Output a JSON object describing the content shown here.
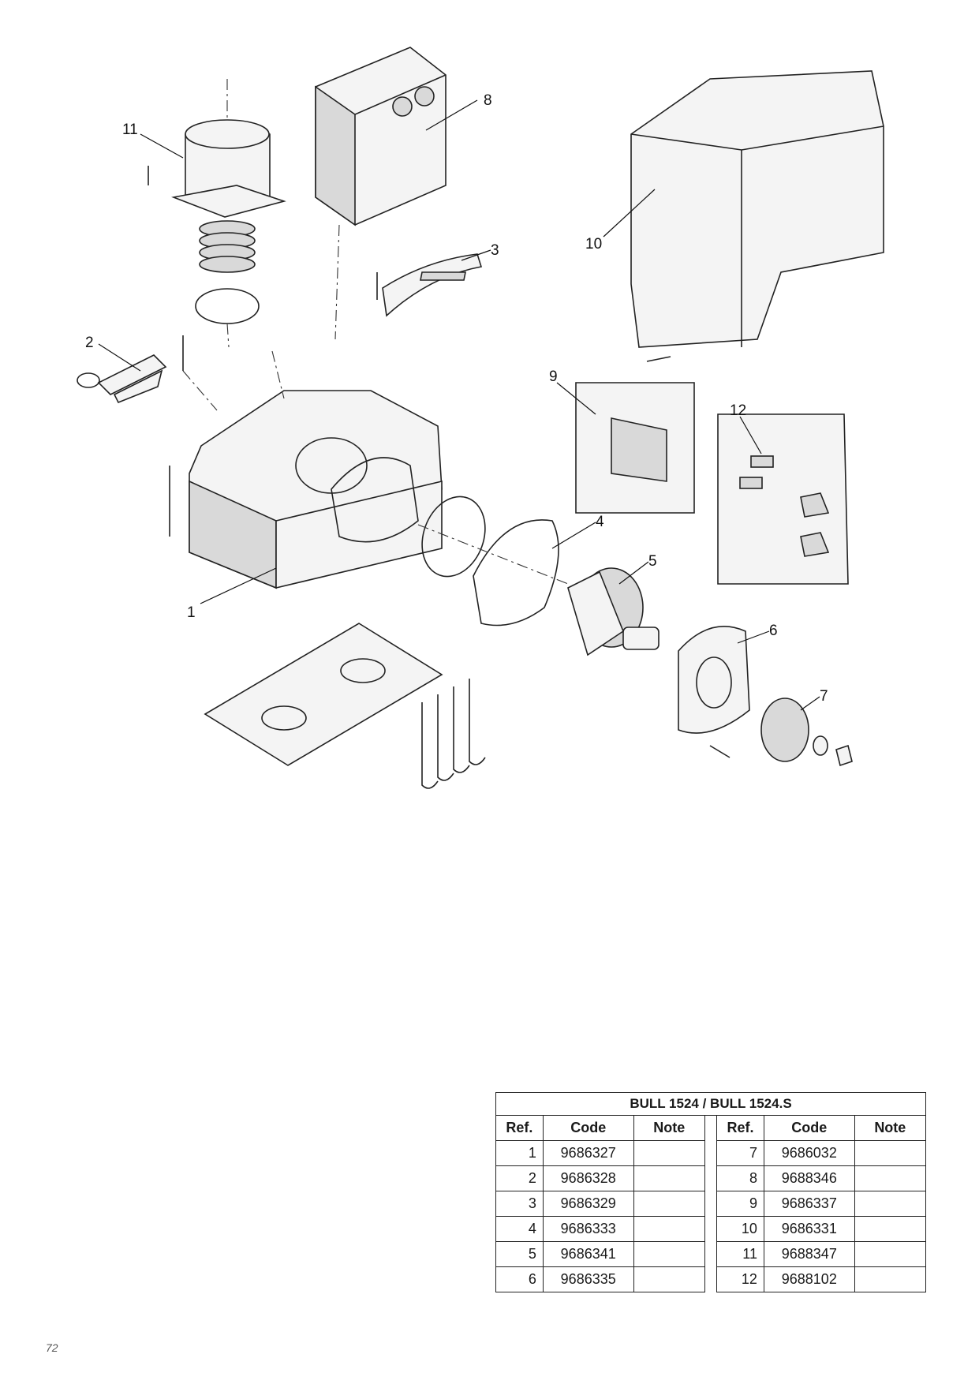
{
  "diagram": {
    "callouts": [
      "1",
      "2",
      "3",
      "4",
      "5",
      "6",
      "7",
      "8",
      "9",
      "10",
      "11",
      "12"
    ]
  },
  "parts_table": {
    "title": "BULL 1524 / BULL 1524.S",
    "headers": [
      "Ref.",
      "Code",
      "Note",
      "Ref.",
      "Code",
      "Note"
    ],
    "rows": [
      {
        "left": {
          "ref": "1",
          "code": "9686327",
          "note": ""
        },
        "right": {
          "ref": "7",
          "code": "9686032",
          "note": ""
        }
      },
      {
        "left": {
          "ref": "2",
          "code": "9686328",
          "note": ""
        },
        "right": {
          "ref": "8",
          "code": "9688346",
          "note": ""
        }
      },
      {
        "left": {
          "ref": "3",
          "code": "9686329",
          "note": ""
        },
        "right": {
          "ref": "9",
          "code": "9686337",
          "note": ""
        }
      },
      {
        "left": {
          "ref": "4",
          "code": "9686333",
          "note": ""
        },
        "right": {
          "ref": "10",
          "code": "9686331",
          "note": ""
        }
      },
      {
        "left": {
          "ref": "5",
          "code": "9686341",
          "note": ""
        },
        "right": {
          "ref": "11",
          "code": "9688347",
          "note": ""
        }
      },
      {
        "left": {
          "ref": "6",
          "code": "9686335",
          "note": ""
        },
        "right": {
          "ref": "12",
          "code": "9688102",
          "note": ""
        }
      }
    ]
  },
  "page_number": "72"
}
